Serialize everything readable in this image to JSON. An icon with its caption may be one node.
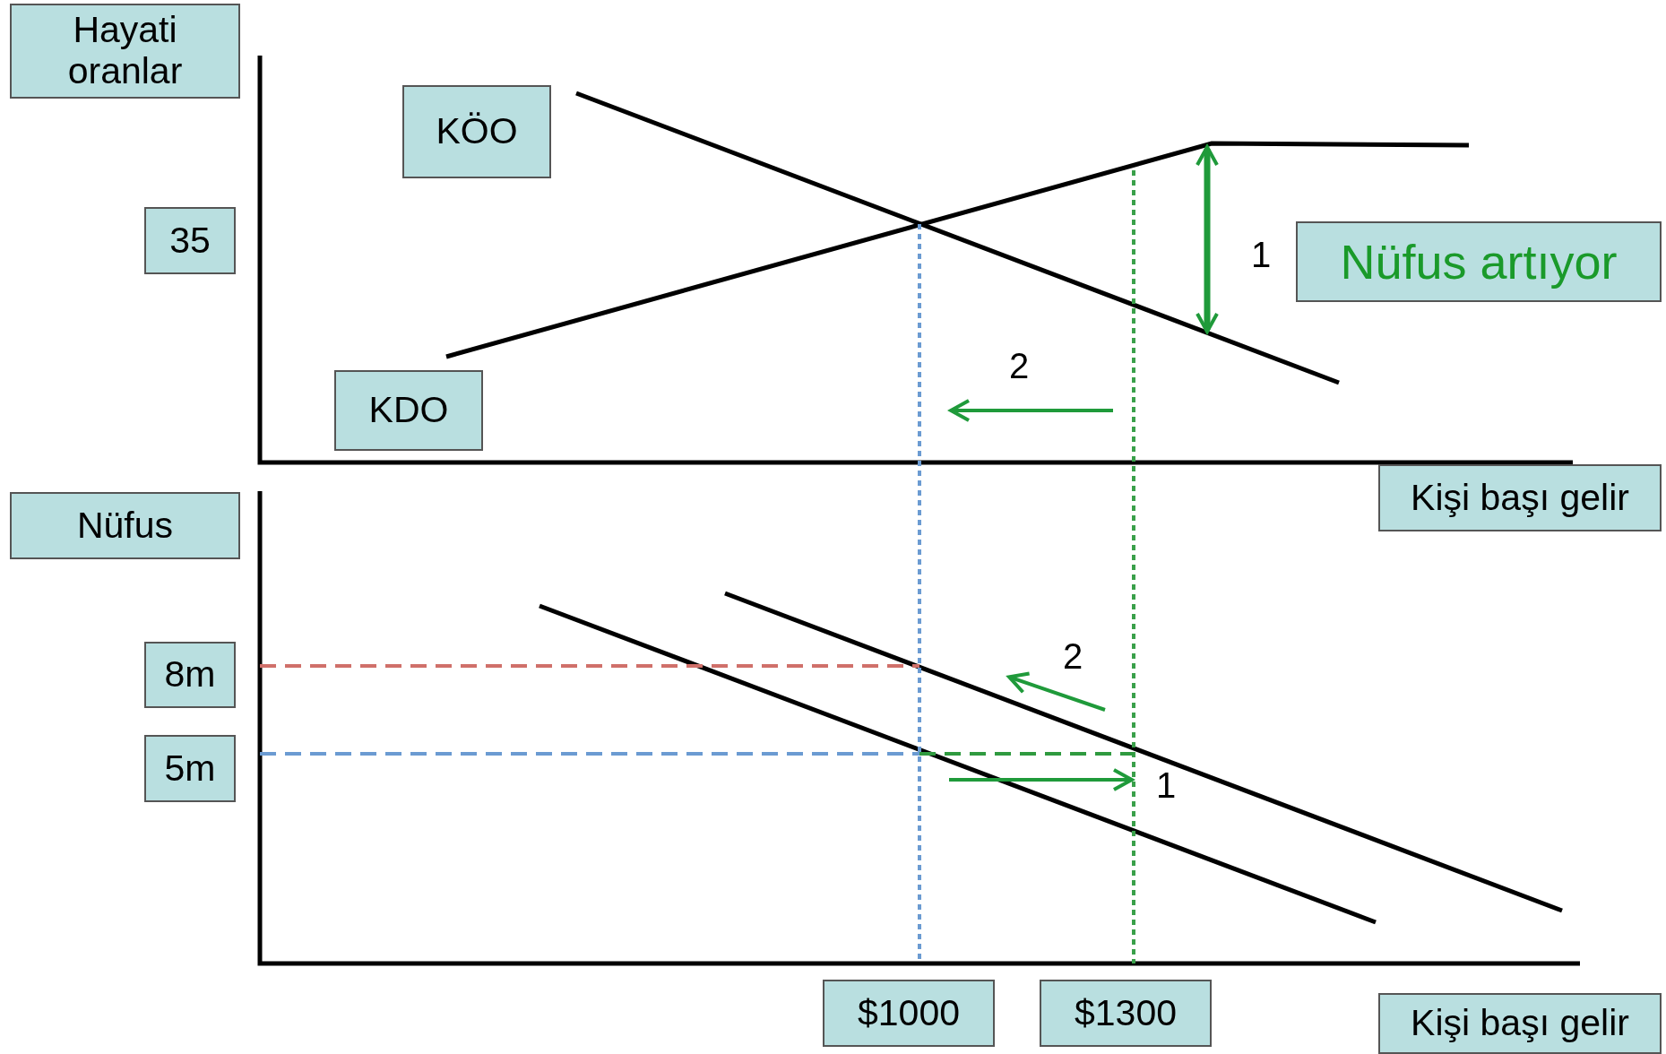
{
  "diagram": {
    "nodes": [
      {
        "text": [
          "Hayati oranlar"
        ]
      },
      {
        "text": [
          "KÖO"
        ]
      },
      {
        "text": [
          "35"
        ]
      },
      {
        "text": [
          "KDO"
        ]
      },
      {
        "text": [
          "Nüfus artıyor"
        ]
      },
      {
        "text": [
          "Kişi başı gelir"
        ]
      },
      {
        "text": [
          "Nüfus"
        ]
      },
      {
        "text": [
          "8m"
        ]
      },
      {
        "text": [
          "5m"
        ]
      },
      {
        "text": [
          "$1000"
        ]
      },
      {
        "text": [
          "$1300"
        ]
      },
      {
        "text": [
          "Kişi başı gelir"
        ]
      }
    ],
    "labels": [
      "1",
      "2",
      "2",
      "1"
    ]
  }
}
